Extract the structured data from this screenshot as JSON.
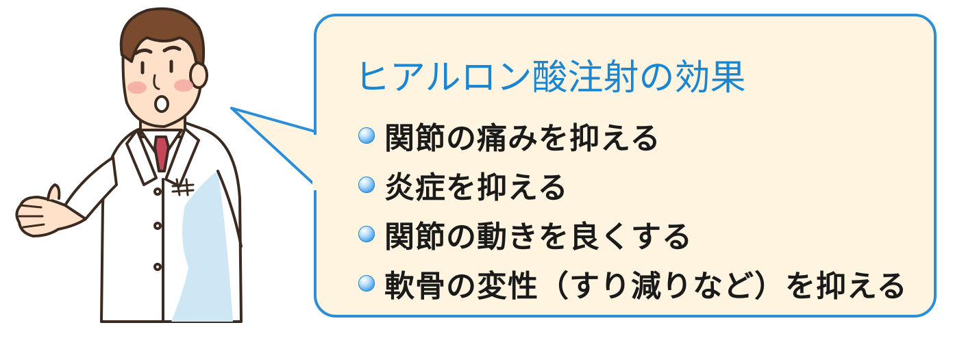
{
  "callout": {
    "title": "ヒアルロン酸注射の効果",
    "items": [
      "関節の痛みを抑える",
      "炎症を抑える",
      "関節の動きを良くする",
      "軟骨の変性（すり減りなど）を抑える"
    ]
  },
  "colors": {
    "bubble_fill": "#fff4e0",
    "bubble_border": "#2b8ed6",
    "title_text": "#1a86d1",
    "item_text": "#1a1a1a",
    "bullet": "#3f9de6",
    "hair": "#7a4a2e",
    "skin": "#ffe0c8",
    "cheek": "#f4a6a0",
    "coat": "#ffffff",
    "coat_shadow": "#cfe6f5",
    "tie": "#c2485a",
    "outline": "#3a2a20"
  },
  "icons": [
    "doctor-illustration",
    "bullet-dot-icon"
  ]
}
